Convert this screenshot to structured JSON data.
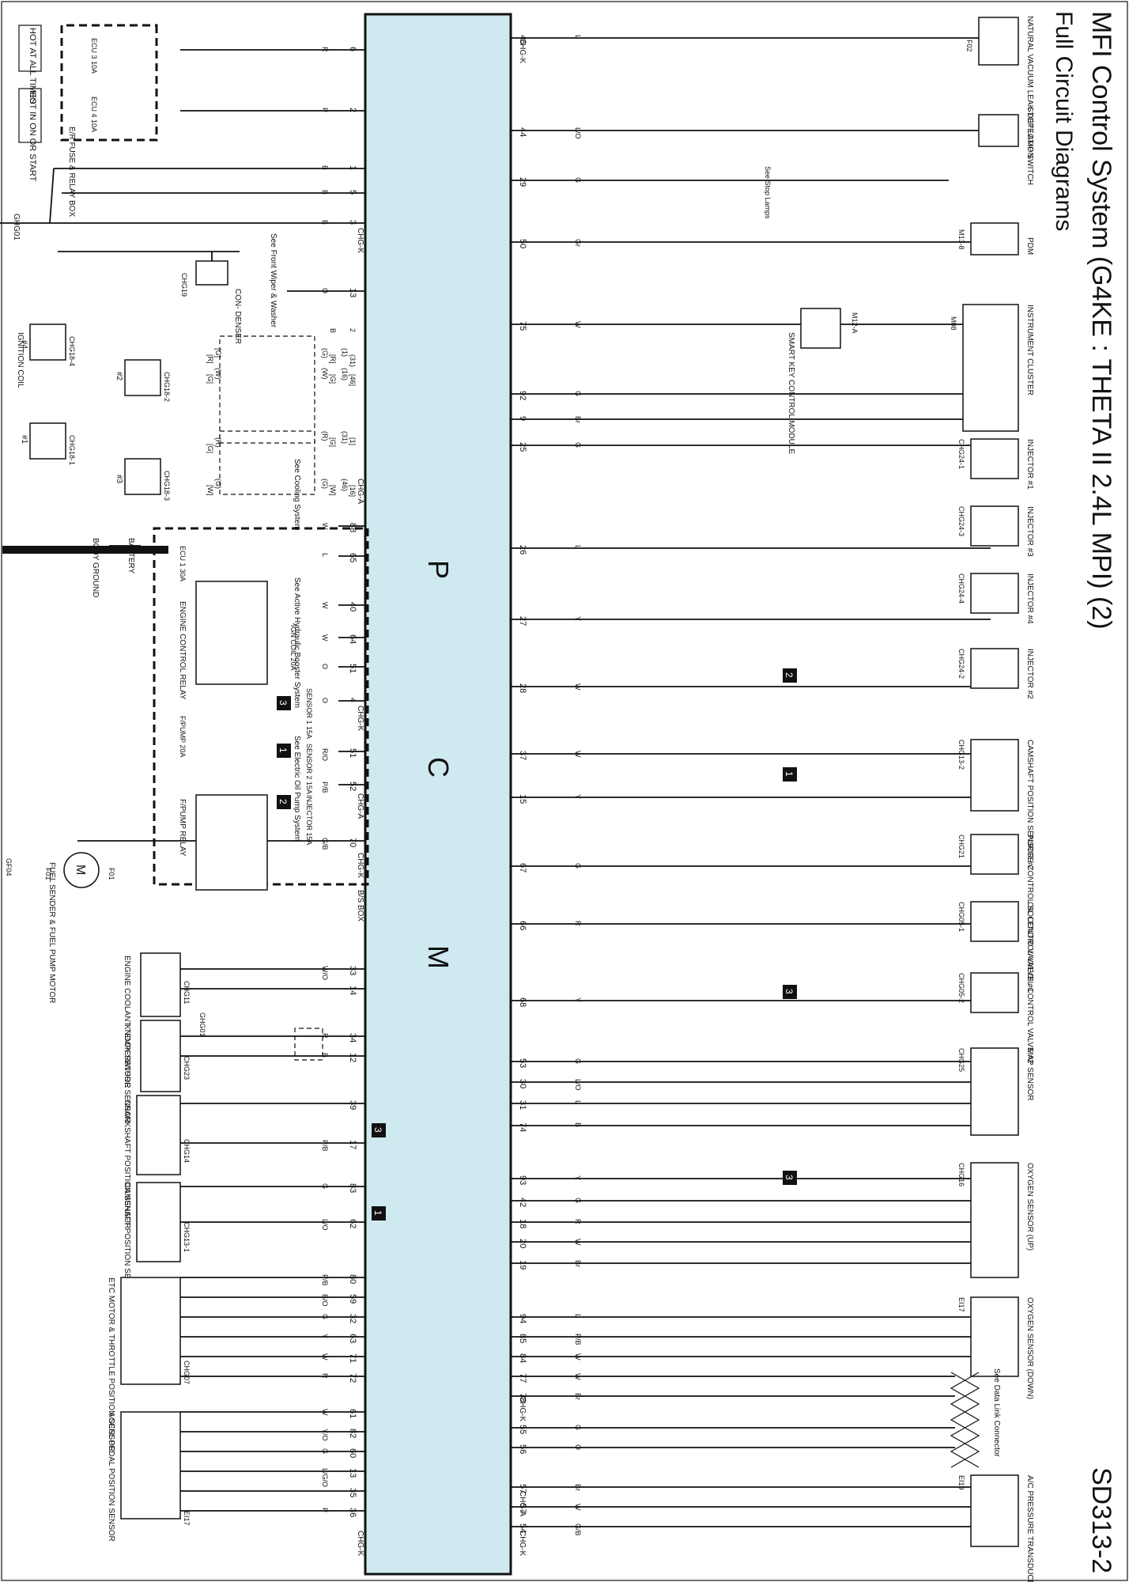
{
  "header": {
    "title": "MFI Control System (G4KE : THETA II 2.4L MPI) (2)",
    "subtitle": "Full Circuit Diagrams",
    "page_code": "SD313-2"
  },
  "pcm": {
    "letters": [
      "P",
      "C",
      "M"
    ]
  },
  "conn": {
    "chg_k": "CHG-K",
    "chg_a": "CHG-A"
  },
  "left_pins": [
    {
      "pin": "6",
      "wire": "R"
    },
    {
      "pin": "2",
      "wire": "P"
    },
    {
      "pin": "1",
      "wire": "B"
    },
    {
      "pin": "5",
      "wire": "B"
    },
    {
      "pin": "3",
      "wire": "B"
    },
    {
      "pin": "13",
      "wire": "O"
    },
    {
      "pin": "88",
      "wire": "W"
    },
    {
      "pin": "65",
      "wire": "L"
    },
    {
      "pin": "40",
      "wire": "W"
    },
    {
      "pin": "64",
      "wire": "W"
    },
    {
      "pin": "51",
      "wire": "O"
    },
    {
      "pin": "4",
      "wire": "O"
    },
    {
      "pin": "51",
      "wire": "R/O"
    },
    {
      "pin": "52",
      "wire": "P/B"
    },
    {
      "pin": "70",
      "wire": "G/B"
    },
    {
      "pin": "33",
      "wire": "W/O"
    },
    {
      "pin": "14",
      "wire": ""
    },
    {
      "pin": "34",
      "wire": "R"
    },
    {
      "pin": "12",
      "wire": "B"
    },
    {
      "pin": "39",
      "wire": ""
    },
    {
      "pin": "17",
      "wire": "P/B"
    },
    {
      "pin": "83",
      "wire": "G"
    },
    {
      "pin": "62",
      "wire": "L/O"
    },
    {
      "pin": "80",
      "wire": "P/B"
    },
    {
      "pin": "59",
      "wire": "B/O"
    },
    {
      "pin": "32",
      "wire": "G"
    },
    {
      "pin": "63",
      "wire": "Y"
    },
    {
      "pin": "71",
      "wire": "W"
    },
    {
      "pin": "72",
      "wire": "R"
    },
    {
      "pin": "61",
      "wire": "W"
    },
    {
      "pin": "82",
      "wire": "Y/O"
    },
    {
      "pin": "60",
      "wire": "G"
    },
    {
      "pin": "13",
      "wire": "L/G/O"
    },
    {
      "pin": "35",
      "wire": ""
    },
    {
      "pin": "36",
      "wire": "P"
    }
  ],
  "ign_pins": [
    {
      "pin": "2",
      "wire": "B"
    },
    {
      "pin": "(1)",
      "wire": "(G)"
    },
    {
      "pin": "(31)",
      "wire": "[R]"
    },
    {
      "pin": "(16)",
      "wire": "(W)"
    },
    {
      "pin": "[46]",
      "wire": "[G]"
    },
    {
      "pin": "(31)",
      "wire": "(R)"
    },
    {
      "pin": "[1]",
      "wire": "[G]"
    },
    {
      "pin": "(46)",
      "wire": "(G)"
    },
    {
      "pin": "[16]",
      "wire": "[W]"
    }
  ],
  "ign_left_wires": [
    "[G]",
    "[R]",
    "(W)",
    "[G]",
    "(R)",
    "[G]",
    "(G)",
    "[W]"
  ],
  "right_pins": [
    {
      "pin": "46",
      "wire": "L"
    },
    {
      "pin": "44",
      "wire": "L/O"
    },
    {
      "pin": "29",
      "wire": "G"
    },
    {
      "pin": "50",
      "wire": "Gr"
    },
    {
      "pin": "75",
      "wire": "W"
    },
    {
      "pin": "92",
      "wire": "G"
    },
    {
      "pin": "9",
      "wire": "Br"
    },
    {
      "pin": "25",
      "wire": "G"
    },
    {
      "pin": "26",
      "wire": "L"
    },
    {
      "pin": "27",
      "wire": "Y"
    },
    {
      "pin": "28",
      "wire": "W"
    },
    {
      "pin": "37",
      "wire": "W"
    },
    {
      "pin": "15",
      "wire": "Y"
    },
    {
      "pin": "67",
      "wire": "G"
    },
    {
      "pin": "66",
      "wire": "R"
    },
    {
      "pin": "68",
      "wire": "Y"
    },
    {
      "pin": "53",
      "wire": "G"
    },
    {
      "pin": "30",
      "wire": "L/O"
    },
    {
      "pin": "31",
      "wire": "L"
    },
    {
      "pin": "74",
      "wire": "B"
    },
    {
      "pin": "93",
      "wire": "Y"
    },
    {
      "pin": "42",
      "wire": "G"
    },
    {
      "pin": "18",
      "wire": "R"
    },
    {
      "pin": "20",
      "wire": "W"
    },
    {
      "pin": "19",
      "wire": "Br"
    },
    {
      "pin": "94",
      "wire": "L"
    },
    {
      "pin": "85",
      "wire": "P/B"
    },
    {
      "pin": "84",
      "wire": "W"
    },
    {
      "pin": "77",
      "wire": "W"
    },
    {
      "pin": "78",
      "wire": "Br"
    },
    {
      "pin": "55",
      "wire": "G"
    },
    {
      "pin": "56",
      "wire": "O"
    },
    {
      "pin": "57",
      "wire": "Br"
    },
    {
      "pin": "57",
      "wire": "W"
    },
    {
      "pin": "54",
      "wire": "G/B"
    }
  ],
  "components_left": {
    "hot_at_all_times": "HOT AT ALL TIMES",
    "hot_in_on": "HOT IN ON OR START",
    "ecu3": "ECU 3 10A",
    "ecu4": "ECU 4 10A",
    "er_box": "E/R FUSE & RELAY BOX",
    "ghg01": "GHG01",
    "condenser": "CON- DENSER",
    "chg19": "CHG19",
    "chg19b": "CHG19",
    "see_front_wiper": "See Front Wiper & Washer",
    "ignition_coil": "IGNITION COIL",
    "coil4": "#4",
    "coil2": "#2",
    "coil1": "#1",
    "coil3": "#3",
    "chg18_4": "CHG18-4",
    "chg18_2": "CHG18-2",
    "chg18_1": "CHG18-1",
    "chg18_3": "CHG18-3",
    "see_cooling": "See Cooling System",
    "see_ahb": "See Active Hydraulic Booster System",
    "see_eop": "See Electric Oil Pump System",
    "battery": "BATTERY",
    "body_ground": "BODY GROUND",
    "ecu1": "ECU 1 30A",
    "ecr": "ENGINE CONTROL RELAY",
    "ign_coil_fuse": "IGN COIL 20A",
    "sensor1": "SENSOR 1 15A",
    "sensor2": "SENSOR 2 15A",
    "injector_fuse": "INJECTOR 15A",
    "fpump_fuse": "F/PUMP 20A",
    "fpump_relay": "F/PUMP RELAY",
    "bs_box": "B/S BOX",
    "fuel_sender": "FUEL SENDER & FUEL PUMP MOTOR",
    "f01": "F01",
    "f01b": "F01",
    "gf04": "GF04",
    "ect": "ENGINE COOLANT TEMPERATURE SENSOR",
    "chg11": "CHG11",
    "knock": "KNOCK SENSOR",
    "chg23": "CHG23",
    "ghg01b": "GHG01",
    "ckp": "CRANKSHAFT POSITION SENSOR",
    "chg14": "CHG14",
    "cmp1": "CAMSHAFT POSITION SENSOR #1",
    "chg13_1": "CHG13-1",
    "etc": "ETC MOTOR & THROTTLE POSITION SENSOR",
    "chg07": "CHG07",
    "aps": "ACCEL PEDAL POSITION SENSOR",
    "ei17": "EI17"
  },
  "components_right": {
    "nvld": "NATURAL VACUUM LEAK DETECTION",
    "f02": "F02",
    "stop_lamp": "STOP LAMP SWITCH",
    "see_stop": "See Stop Lamps",
    "pdm": "PDM",
    "m13_8": "M13-8",
    "cluster": "INSTRUMENT CLUSTER",
    "m08": "M08",
    "smk": "SMART KEY CONTROL MODULE",
    "m12a": "M12-A",
    "m12a2": "M12-A",
    "inj1": "INJECTOR #1",
    "inj3": "INJECTOR #3",
    "inj4": "INJECTOR #4",
    "inj2": "INJECTOR #2",
    "chg24_1": "CHG24-1",
    "chg24_3": "CHG24-3",
    "chg24_4": "CHG24-4",
    "chg24_2": "CHG24-2",
    "cmp2": "CAMSHAFT POSITION SENSOR #2",
    "chg13_2": "CHG13-2",
    "pcsv": "PURGE CONTROL SOLENOID VALVE",
    "chg21": "CHG21",
    "ocv1": "OIL CONTROL VALVE #1",
    "chg05_1": "CHG05-1",
    "ocv2": "OIL CONTROL VALVE #2",
    "chg05_2": "CHG05-2",
    "map": "MAP SENSOR",
    "chg25": "CHG25",
    "o2up": "OXYGEN SENSOR (UP)",
    "chg16": "CHG16",
    "o2down": "OXYGEN SENSOR (DOWN)",
    "ei17": "EI17",
    "dlc": "See Data Link Connector",
    "ac": "A/C PRESSURE TRANSDUCER",
    "ei19": "EI19"
  },
  "refs": [
    "1",
    "2",
    "3"
  ]
}
